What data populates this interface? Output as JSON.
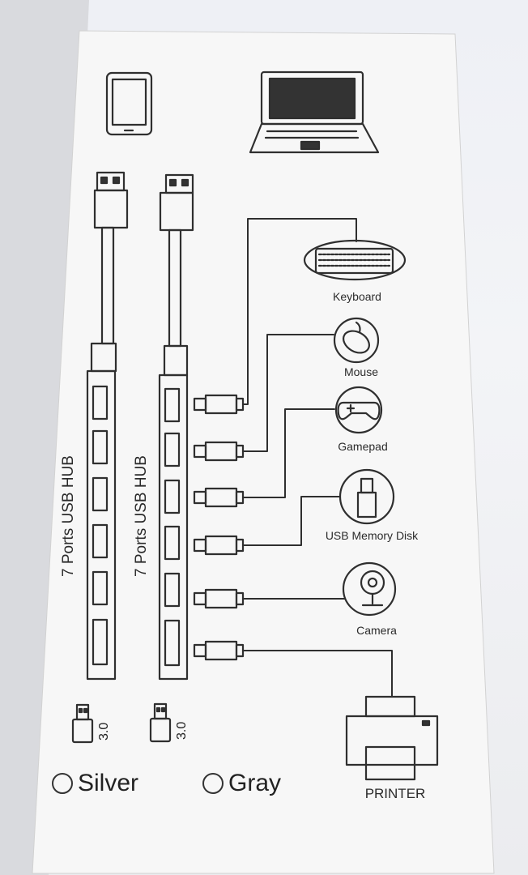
{
  "product": {
    "hub_label_silver": "7 Ports USB HUB",
    "hub_label_gray": "7 Ports USB HUB",
    "usb_version_silver": "3.0",
    "usb_version_gray": "3.0"
  },
  "devices": {
    "keyboard": "Keyboard",
    "mouse": "Mouse",
    "gamepad": "Gamepad",
    "usb_disk": "USB Memory Disk",
    "camera": "Camera",
    "printer": "PRINTER"
  },
  "colors": {
    "silver": "Silver",
    "gray": "Gray"
  }
}
